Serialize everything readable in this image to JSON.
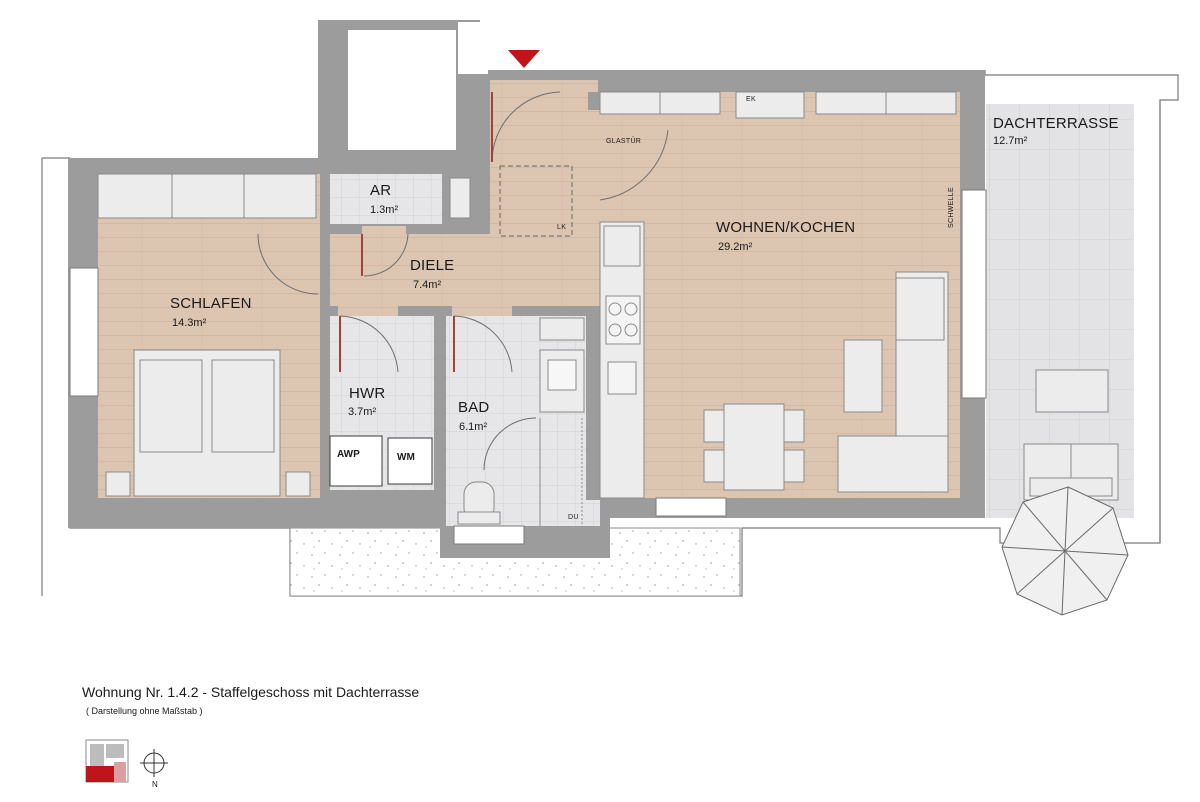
{
  "rooms": {
    "schlafen": {
      "name": "SCHLAFEN",
      "area": "14.3m²"
    },
    "ar": {
      "name": "AR",
      "area": "1.3m²"
    },
    "diele": {
      "name": "DIELE",
      "area": "7.4m²"
    },
    "hwr": {
      "name": "HWR",
      "area": "3.7m²"
    },
    "bad": {
      "name": "BAD",
      "area": "6.1m²"
    },
    "wohnen": {
      "name": "WOHNEN/KOCHEN",
      "area": "29.2m²"
    },
    "terrasse": {
      "name": "DACHTERRASSE",
      "area": "12.7m²"
    }
  },
  "fixtures": {
    "ek": "EK",
    "glastuer": "GLASTÜR",
    "lk": "LK",
    "schwelle": "SCHWELLE",
    "awp": "AWP",
    "wm": "WM",
    "du": "DU"
  },
  "caption": {
    "title": "Wohnung Nr. 1.4.2 - Staffelgeschoss mit Dachterrasse",
    "subtitle": "( Darstellung ohne Maßstab )"
  },
  "north": {
    "label": "N"
  },
  "colors": {
    "wall": "#9b9b9b",
    "floor": "#dcc6b3",
    "tile": "#e4e4e6",
    "furniture": "#ececec",
    "entry_marker": "#c0141b",
    "highlight": "#c0141b"
  }
}
